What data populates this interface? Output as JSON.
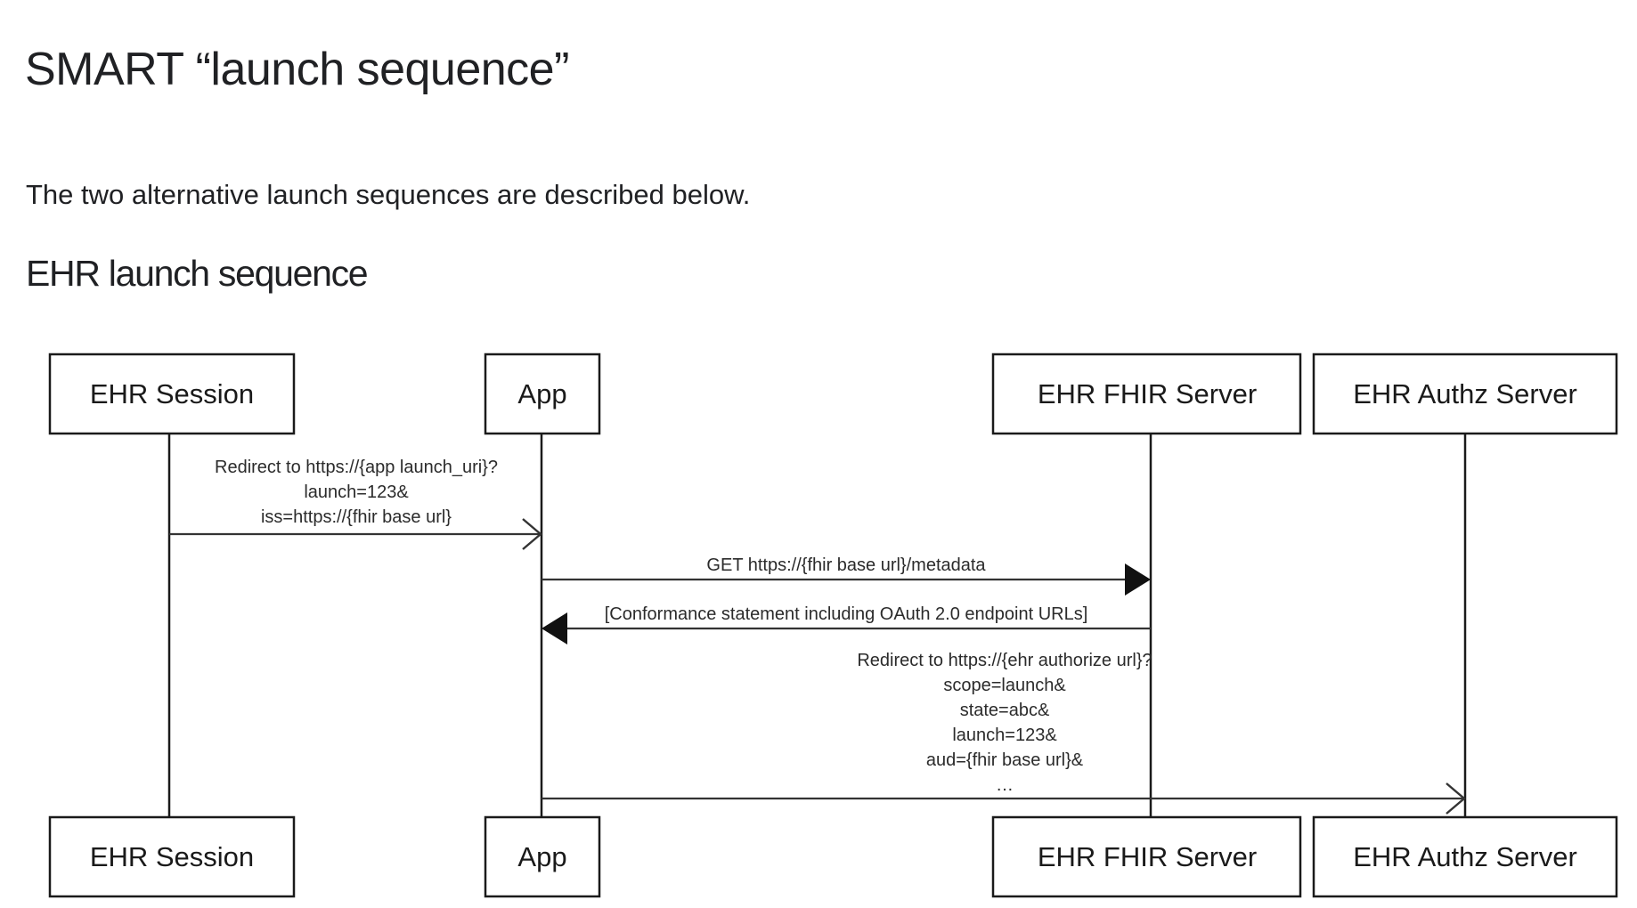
{
  "document": {
    "title": "SMART “launch sequence”",
    "paragraph": "The two alternative launch sequences are described below.",
    "subtitle": "EHR launch sequence"
  },
  "diagram": {
    "type": "uml-sequence-diagram",
    "participants": [
      {
        "id": "ehr-session",
        "label": "EHR Session"
      },
      {
        "id": "app",
        "label": "App"
      },
      {
        "id": "ehr-fhir-server",
        "label": "EHR FHIR Server"
      },
      {
        "id": "ehr-authz-server",
        "label": "EHR Authz Server"
      }
    ],
    "participants_bottom": [
      {
        "id": "ehr-session",
        "label": "EHR Session"
      },
      {
        "id": "app",
        "label": "App"
      },
      {
        "id": "ehr-fhir-server",
        "label": "EHR FHIR Server"
      },
      {
        "id": "ehr-authz-server",
        "label": "EHR Authz Server"
      }
    ],
    "messages": [
      {
        "id": "msg-redirect-app-launch",
        "from": "ehr-session",
        "to": "app",
        "direction": "right",
        "arrowhead": "open",
        "lines": [
          "Redirect to https://{app launch_uri}?",
          "launch=123&",
          "iss=https://{fhir base url}"
        ]
      },
      {
        "id": "msg-get-metadata",
        "from": "app",
        "to": "ehr-fhir-server",
        "direction": "right",
        "arrowhead": "filled",
        "lines": [
          "GET https://{fhir base url}/metadata"
        ]
      },
      {
        "id": "msg-conformance-statement",
        "from": "ehr-fhir-server",
        "to": "app",
        "direction": "left",
        "arrowhead": "filled",
        "lines": [
          "[Conformance statement including OAuth 2.0 endpoint URLs]"
        ]
      },
      {
        "id": "msg-redirect-authorize",
        "from": "app",
        "to": "ehr-authz-server",
        "direction": "right",
        "arrowhead": "open",
        "lines": [
          "Redirect to https://{ehr authorize url}?",
          "scope=launch&",
          "state=abc&",
          "launch=123&",
          "aud={fhir base url}&",
          "…"
        ]
      }
    ]
  },
  "colors": {
    "text": "#202124",
    "stroke": "#1a1a1a",
    "background": "#ffffff"
  }
}
